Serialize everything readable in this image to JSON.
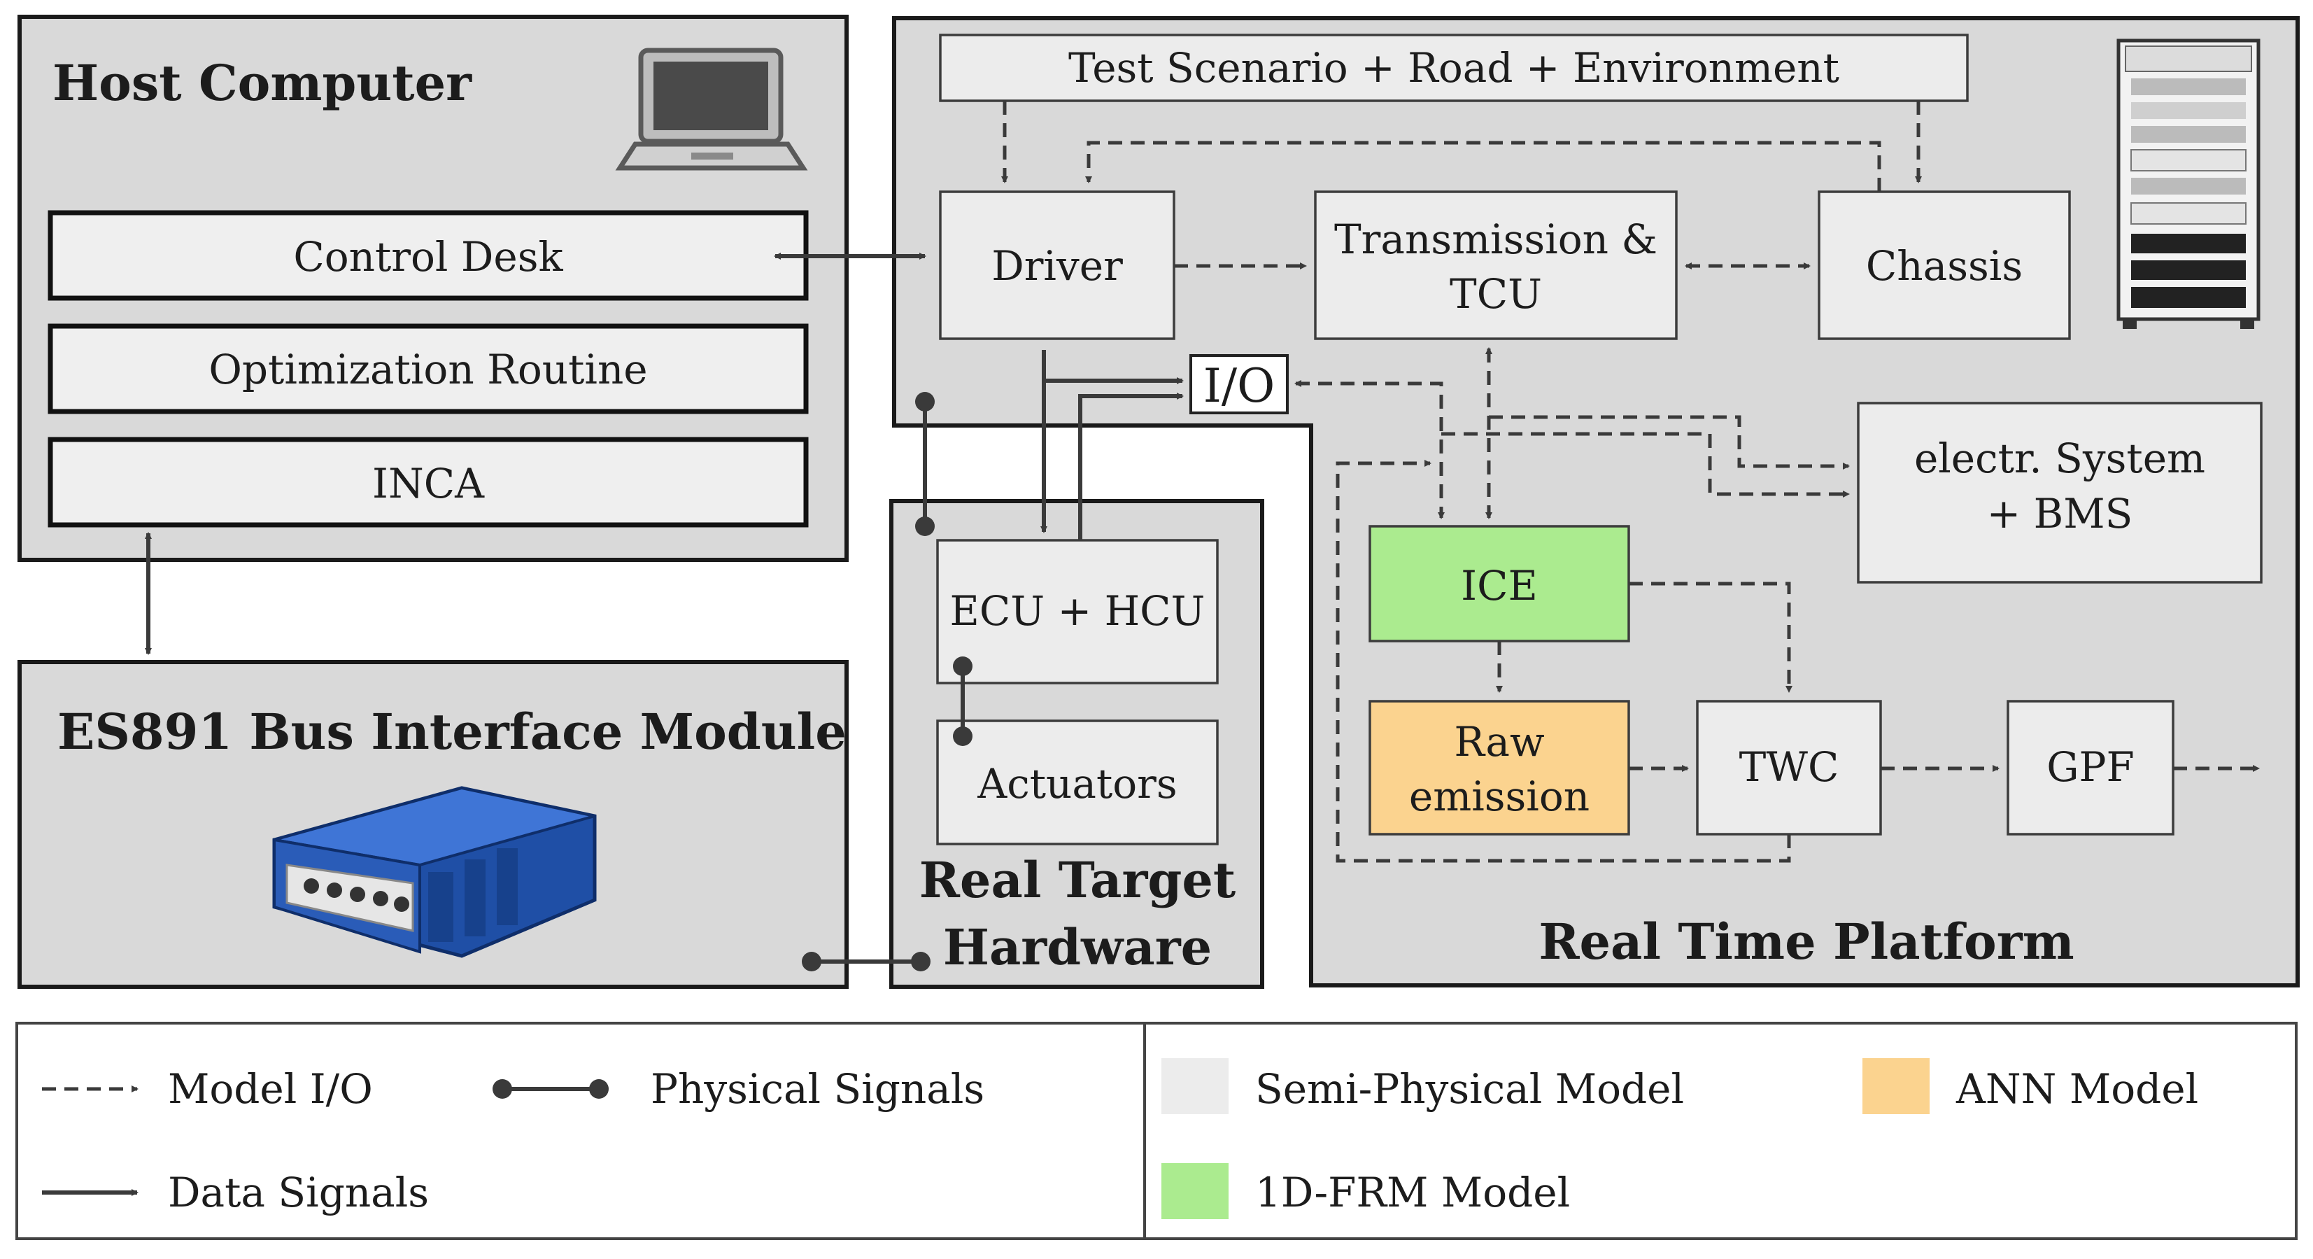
{
  "host": {
    "title": "Host Computer",
    "control_desk": "Control Desk",
    "optimization": "Optimization Routine",
    "inca": "INCA"
  },
  "bus_module": {
    "title": "ES891 Bus Interface Module"
  },
  "real_target": {
    "title_line1": "Real Target",
    "title_line2": "Hardware",
    "ecu": "ECU + HCU",
    "actuators": "Actuators"
  },
  "rtp": {
    "title": "Real Time Platform",
    "scenario": "Test Scenario + Road + Environment",
    "driver": "Driver",
    "transmission_line1": "Transmission &",
    "transmission_line2": "TCU",
    "chassis": "Chassis",
    "io": "I/O",
    "electr_line1": "electr. System",
    "electr_line2": "+ BMS",
    "ice": "ICE",
    "raw_line1": "Raw",
    "raw_line2": "emission",
    "twc": "TWC",
    "gpf": "GPF"
  },
  "legend": {
    "model_io": "Model I/O",
    "physical_signals": "Physical Signals",
    "data_signals": "Data Signals",
    "semi_physical": "Semi-Physical Model",
    "ann_model": "ANN Model",
    "frm_model": "1D-FRM Model"
  },
  "colors": {
    "panel": "#d9d9d9",
    "semi_physical": "#ececec",
    "ann": "#fbd38f",
    "frm": "#abeb8f"
  },
  "icons": [
    "laptop-icon",
    "hil-rack-icon",
    "es891-device-icon"
  ]
}
